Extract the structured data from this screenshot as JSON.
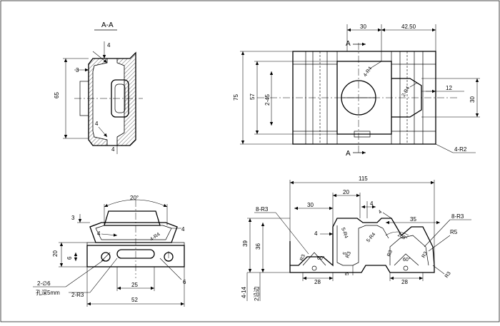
{
  "section": {
    "title": "A-A",
    "arrow_label": "A"
  },
  "section_view": {
    "dims": {
      "d_4_top": "4",
      "d_3": "3",
      "d_65": "65",
      "d_4_mid": "4",
      "d_4_bot": "4"
    }
  },
  "top_view": {
    "dims": {
      "d_30": "30",
      "d_4250": "42.50",
      "d_75": "75",
      "d_57": "57",
      "d_245": "2-45",
      "d_4r4": "4-R4",
      "d_2r4": "2-R4",
      "d_12": "12",
      "d_30b": "30",
      "d_4r2": "4-R2"
    }
  },
  "side_view": {
    "dims": {
      "d_20deg": "20°",
      "d_3": "3",
      "d_4l": "4",
      "d_4r4": "4-R4",
      "d_4r": "4",
      "d_20": "20",
      "d_6l": "6",
      "d_hole": "2-∅6",
      "d_depth": "孔深5mm",
      "d_2r3": "2-R3",
      "d_25": "25",
      "d_6r": "6",
      "d_52": "52"
    }
  },
  "front_view": {
    "dims": {
      "d_115": "115",
      "d_20": "20",
      "d_8r3l": "8-R3",
      "d_30": "30",
      "d_4top": "4",
      "d_4s": "4",
      "d_35": "35",
      "d_8r3r": "8-R3",
      "d_4l": "4",
      "d_5r4a": "5-R4",
      "d_5r4b": "5-R4",
      "d_105": "105°",
      "d_r5": "R5",
      "d_39": "39",
      "d_36": "36",
      "d_r3a": "R3",
      "d_60a": "60°",
      "d_5a": "5",
      "d_r3b": "R3",
      "d_r3c": "R3",
      "d_60b": "60°",
      "d_r3d": "R3",
      "d_r3e": "R3",
      "d_28a": "28",
      "d_5b": "5",
      "d_28b": "28",
      "d_414": "4-14",
      "d_2side": "2沿边"
    }
  }
}
